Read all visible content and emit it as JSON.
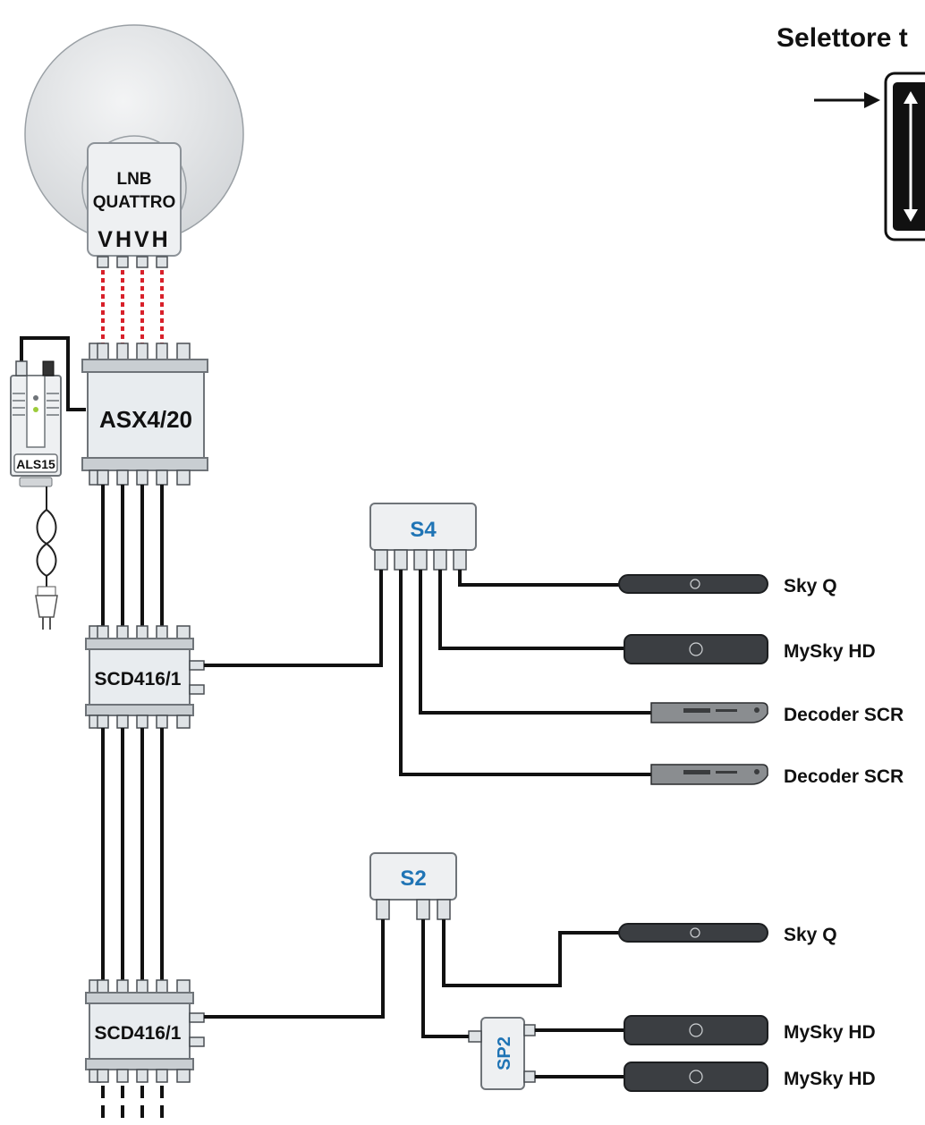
{
  "title": "Selettore t",
  "dish": {
    "lnb_line1": "LNB",
    "lnb_line2": "QUATTRO",
    "ports": "VHVH"
  },
  "power_supply": "ALS15",
  "multiswitch": "ASX4/20",
  "cascades": [
    "SCD416/1",
    "SCD416/1"
  ],
  "splitters": {
    "s4": "S4",
    "s2": "S2",
    "sp2": "SP2"
  },
  "receivers": [
    {
      "label": "Sky Q",
      "kind": "skyq"
    },
    {
      "label": "MySky HD",
      "kind": "mysky"
    },
    {
      "label": "Decoder SCR",
      "kind": "decoder"
    },
    {
      "label": "Decoder SCR",
      "kind": "decoder"
    },
    {
      "label": "Sky Q",
      "kind": "skyq"
    },
    {
      "label": "MySky HD",
      "kind": "mysky"
    },
    {
      "label": "MySky HD",
      "kind": "mysky"
    }
  ],
  "colors": {
    "brand_blue": "#1f74b5",
    "coax": "#111111",
    "lnb_link": "#d8202a",
    "device_grey": "#e8ecef"
  }
}
